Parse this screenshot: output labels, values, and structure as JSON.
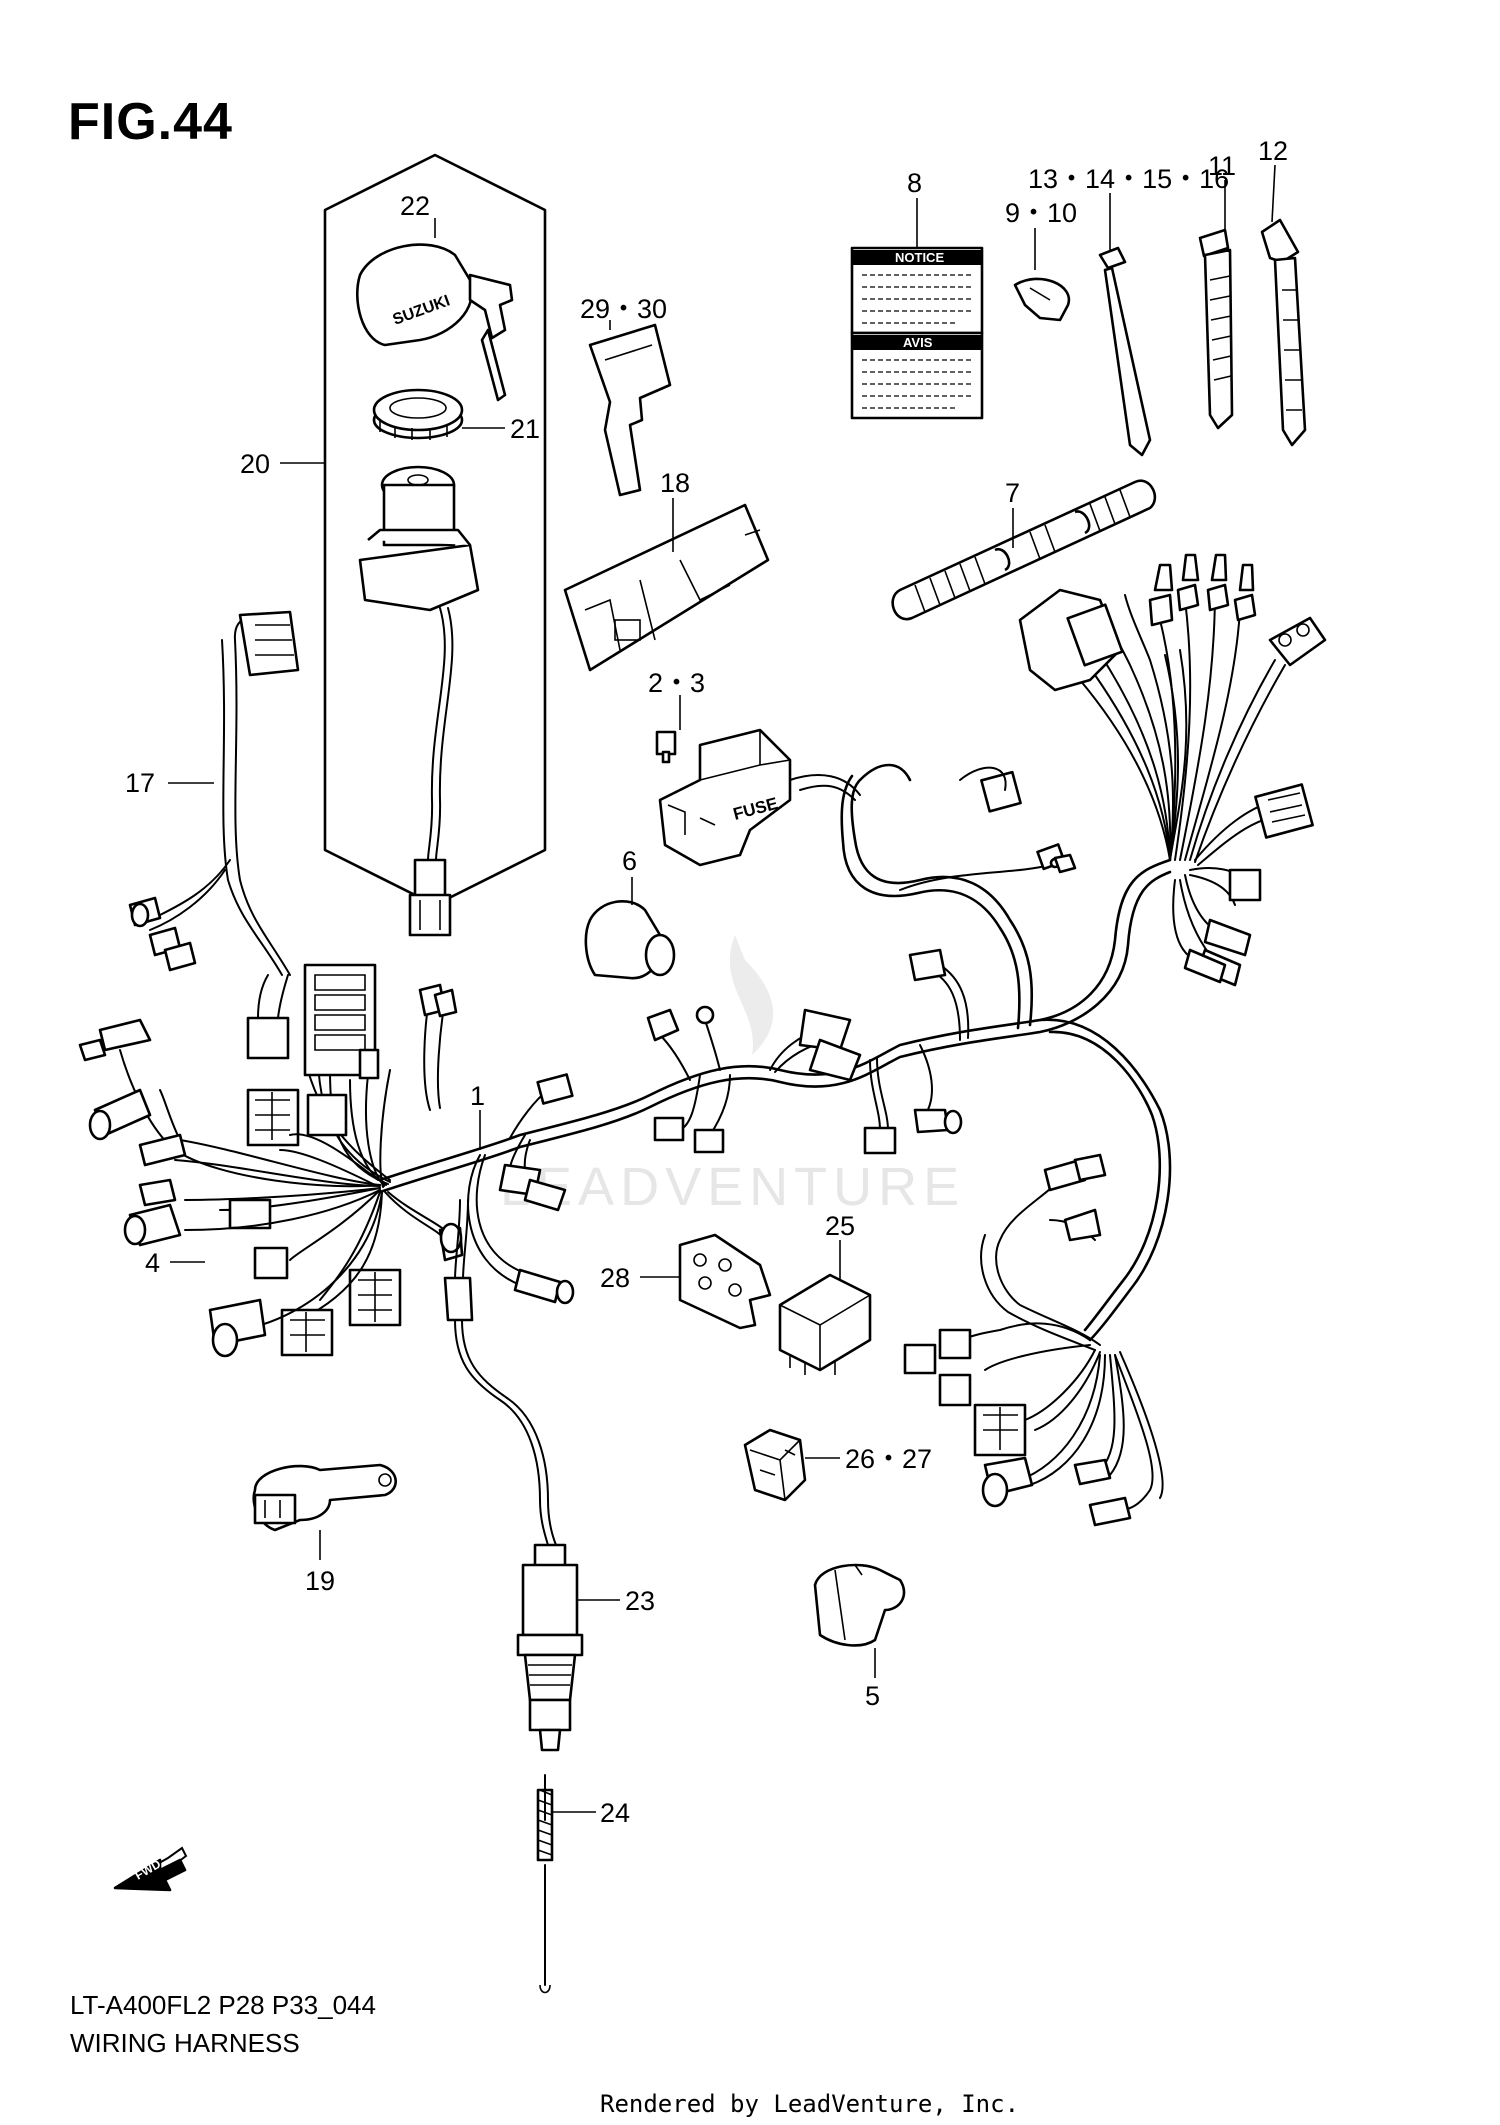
{
  "figure_title": "FIG.44",
  "model_code": "LT-A400FL2 P28 P33_044",
  "diagram_title": "WIRING HARNESS",
  "credit": "Rendered by LeadVenture, Inc.",
  "watermark": "LEADVENTURE",
  "callouts": {
    "c1": "1",
    "c2_3": "2・3",
    "c4": "4",
    "c5": "5",
    "c6": "6",
    "c7": "7",
    "c8": "8",
    "c9_10": "9・10",
    "c11": "11",
    "c12": "12",
    "c13_16": "13・14・15・16",
    "c17": "17",
    "c18": "18",
    "c19": "19",
    "c20": "20",
    "c21": "21",
    "c22": "22",
    "c23": "23",
    "c24": "24",
    "c25": "25",
    "c26_27": "26・27",
    "c28": "28",
    "c29_30": "29・30"
  },
  "part_markings": {
    "notice": "NOTICE",
    "avis": "AVIS",
    "fuse": "FUSE",
    "fwd": "FWD",
    "key_brand": "SUZUKI"
  }
}
